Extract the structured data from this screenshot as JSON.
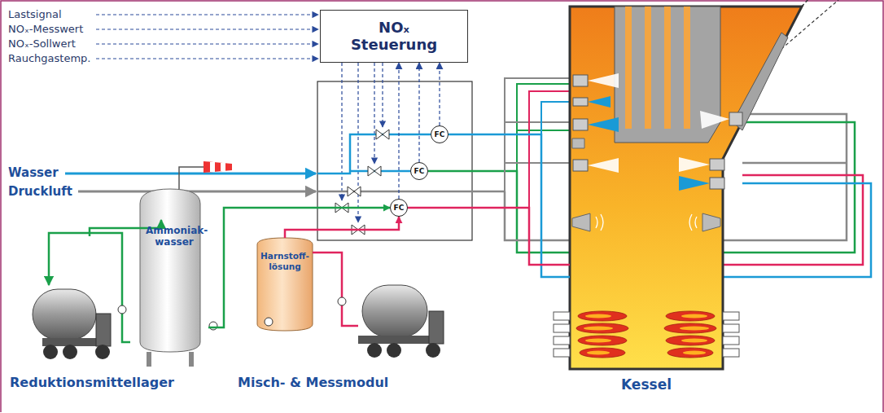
{
  "diagram": {
    "nodes": [
      {
        "text": [
          "NOₓ Steuerung"
        ]
      },
      {
        "text": [
          "Ammoniak- wasser"
        ]
      },
      {
        "text": [
          "Harnstoff- lösung"
        ]
      },
      {
        "text": [
          "FC"
        ]
      },
      {
        "text": [
          "FC"
        ]
      },
      {
        "text": [
          "FC"
        ]
      },
      {
        "text": [
          "Kessel"
        ]
      }
    ],
    "edges": [
      {
        "from": 3,
        "to": 0,
        "arrow": "to"
      },
      {
        "from": 4,
        "to": 0,
        "arrow": "to"
      },
      {
        "from": 5,
        "to": 0,
        "arrow": "to"
      },
      {
        "from": 1,
        "to": 5,
        "arrow": "to"
      },
      {
        "from": 2,
        "to": 5,
        "arrow": "to"
      },
      {
        "from": 3,
        "to": 6,
        "arrow": "none"
      },
      {
        "from": 5,
        "to": 6,
        "arrow": "none"
      }
    ],
    "labels": [
      "Lastsignal",
      "NOₓ-Messwert",
      "NOₓ-Sollwert",
      "Rauchgastemp.",
      "Wasser",
      "Druckluft",
      "Reduktionsmittellager",
      "Misch- & Messmodul"
    ]
  }
}
